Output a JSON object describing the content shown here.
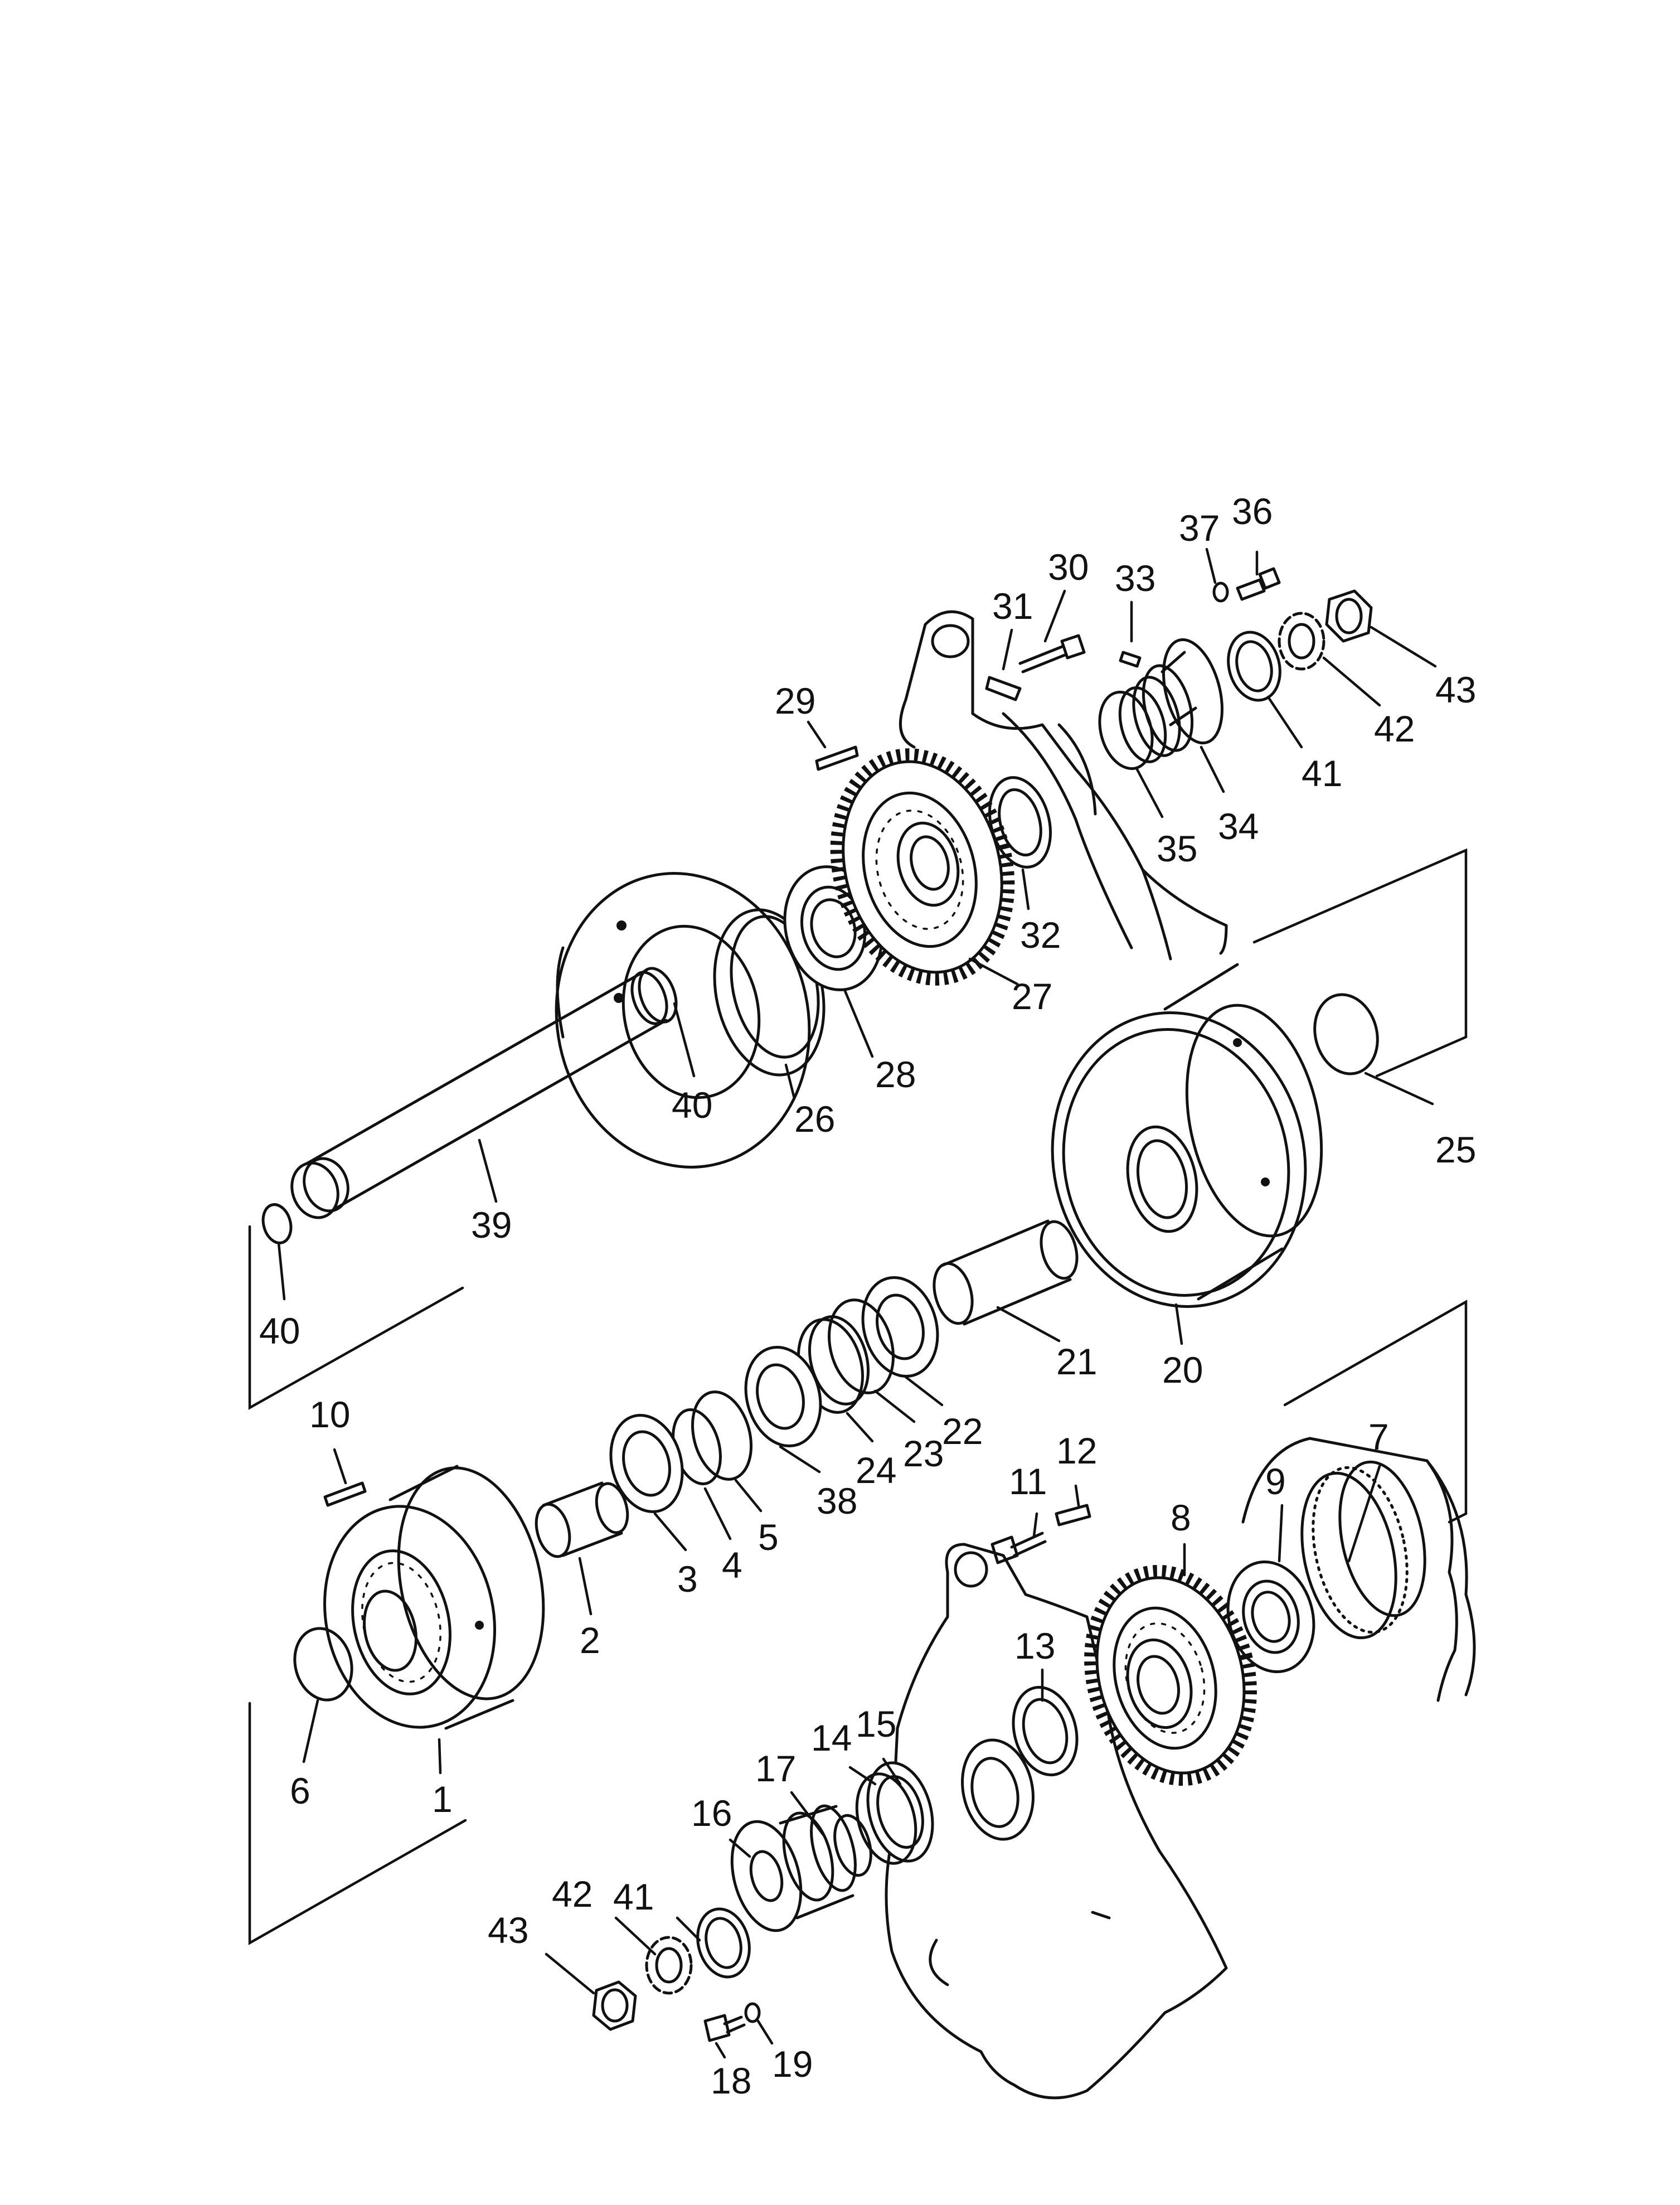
{
  "labels": [
    {
      "text": "1"
    },
    {
      "text": "2"
    },
    {
      "text": "3"
    },
    {
      "text": "4"
    },
    {
      "text": "5"
    },
    {
      "text": "6"
    },
    {
      "text": "7"
    },
    {
      "text": "8"
    },
    {
      "text": "9"
    },
    {
      "text": "10"
    },
    {
      "text": "11"
    },
    {
      "text": "12"
    },
    {
      "text": "13"
    },
    {
      "text": "14"
    },
    {
      "text": "15"
    },
    {
      "text": "16"
    },
    {
      "text": "17"
    },
    {
      "text": "18"
    },
    {
      "text": "19"
    },
    {
      "text": "20"
    },
    {
      "text": "21"
    },
    {
      "text": "22"
    },
    {
      "text": "23"
    },
    {
      "text": "24"
    },
    {
      "text": "25"
    },
    {
      "text": "26"
    },
    {
      "text": "27"
    },
    {
      "text": "28"
    },
    {
      "text": "29"
    },
    {
      "text": "30"
    },
    {
      "text": "31"
    },
    {
      "text": "32"
    },
    {
      "text": "33"
    },
    {
      "text": "34"
    },
    {
      "text": "35"
    },
    {
      "text": "36"
    },
    {
      "text": "37"
    },
    {
      "text": "38"
    },
    {
      "text": "39"
    },
    {
      "text": "40"
    },
    {
      "text": "40"
    },
    {
      "text": "41"
    },
    {
      "text": "41"
    },
    {
      "text": "42"
    },
    {
      "text": "42"
    },
    {
      "text": "43"
    },
    {
      "text": "43"
    }
  ]
}
